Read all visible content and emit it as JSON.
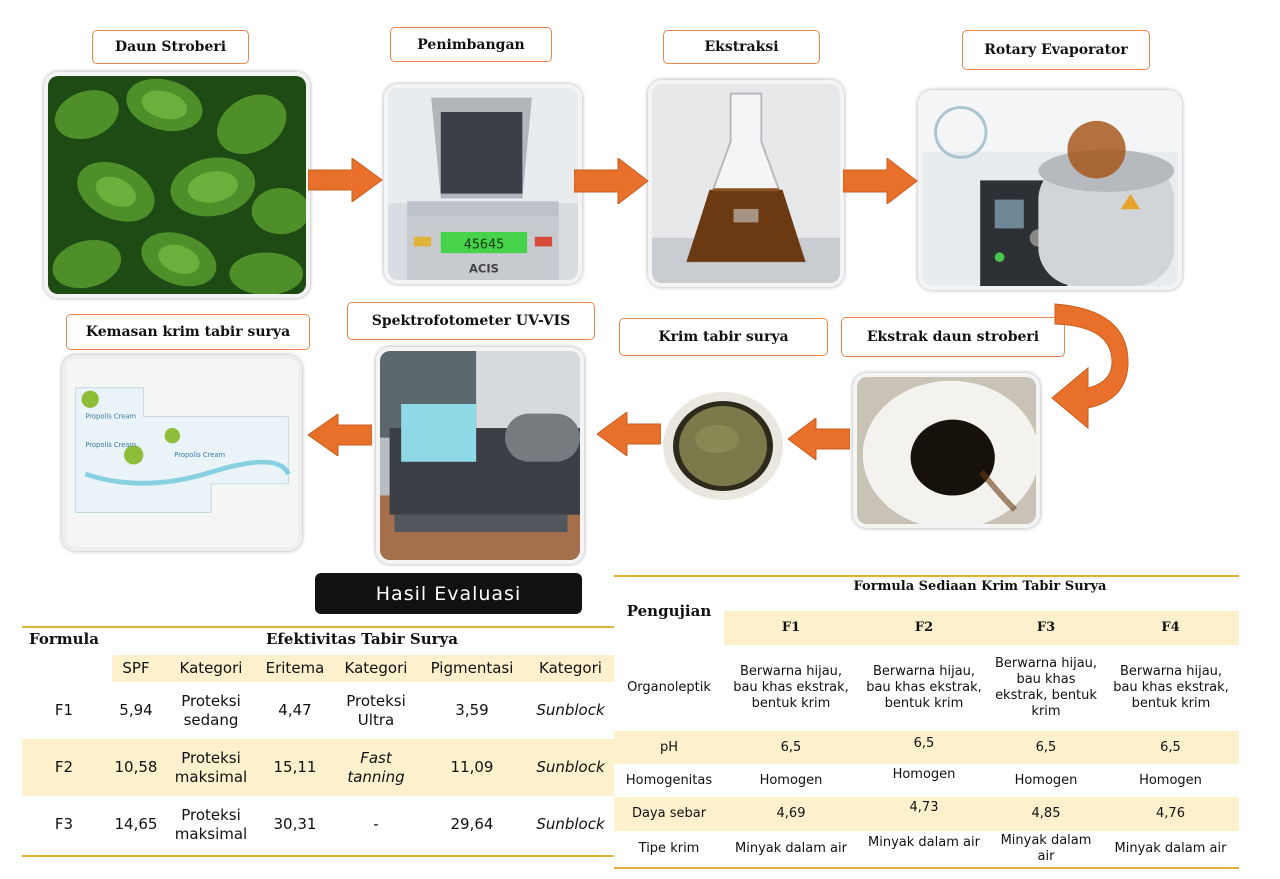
{
  "labels": {
    "daun_stroberi": "Daun Stroberi",
    "penimbangan": "Penimbangan",
    "ekstraksi": "Ekstraksi",
    "rotary": "Rotary Evaporator",
    "kemasan": "Kemasan krim tabir surya",
    "spektro": "Spektrofotometer UV-VIS",
    "krim": "Krim tabir surya",
    "ekstrak": "Ekstrak daun stroberi"
  },
  "scale_display": "45645",
  "scale_brand": "ACIS",
  "package_brand": "Propolis Cream",
  "evaluation_banner": "Hasil Evaluasi",
  "left_table": {
    "formula_header": "Formula",
    "group_header": "Efektivitas Tabir Surya",
    "columns": [
      "SPF",
      "Kategori",
      "Eritema",
      "Kategori",
      "Pigmentasi",
      "Kategori"
    ],
    "rows": [
      {
        "formula": "F1",
        "spf": "5,94",
        "kat1": "Proteksi sedang",
        "eritema": "4,47",
        "kat2": "Proteksi Ultra",
        "pigmentasi": "3,59",
        "kat3": "Sunblock"
      },
      {
        "formula": "F2",
        "spf": "10,58",
        "kat1": "Proteksi maksimal",
        "eritema": "15,11",
        "kat2": "Fast tanning",
        "pigmentasi": "11,09",
        "kat3": "Sunblock"
      },
      {
        "formula": "F3",
        "spf": "14,65",
        "kat1": "Proteksi maksimal",
        "eritema": "30,31",
        "kat2": "-",
        "pigmentasi": "29,64",
        "kat3": "Sunblock"
      }
    ]
  },
  "right_table": {
    "row_header": "Pengujian",
    "group_header": "Formula Sediaan Krim Tabir Surya",
    "columns": [
      "F1",
      "F2",
      "F3",
      "F4"
    ],
    "rows": [
      {
        "test": "Organoleptik",
        "f1": "Berwarna hijau, bau khas ekstrak, bentuk krim",
        "f2": "Berwarna hijau, bau khas ekstrak, bentuk krim",
        "f3": "Berwarna hijau, bau khas ekstrak, bentuk krim",
        "f4": "Berwarna hijau, bau khas ekstrak, bentuk krim"
      },
      {
        "test": "pH",
        "f1": "6,5",
        "f2": "6,5",
        "f3": "6,5",
        "f4": "6,5"
      },
      {
        "test": "Homogenitas",
        "f1": "Homogen",
        "f2": "Homogen",
        "f3": "Homogen",
        "f4": "Homogen"
      },
      {
        "test": "Daya sebar",
        "f1": "4,69",
        "f2": "4,73",
        "f3": "4,85",
        "f4": "4,76"
      },
      {
        "test": "Tipe krim",
        "f1": "Minyak dalam air",
        "f2": "Minyak dalam air",
        "f3": "Minyak dalam air",
        "f4": "Minyak dalam air"
      }
    ]
  },
  "colors": {
    "arrow": "#e8702a",
    "label_border": "#e8864a",
    "table_rule": "#e0b23a",
    "table_band": "#fdf0cd",
    "banner": "#111111"
  }
}
